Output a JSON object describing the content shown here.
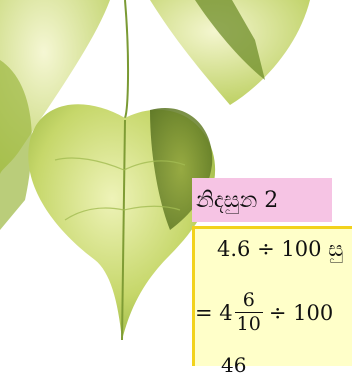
{
  "example": {
    "title": "නිදසුන 2",
    "line1": "4.6 ÷ 100  සු",
    "line2_prefix": "= 4",
    "line2_num": "6",
    "line2_den": "10",
    "line2_suffix": "÷ 100",
    "line3_partial": "46"
  },
  "colors": {
    "title_bg": "#f6c4e4",
    "box_bg": "#ffffc9",
    "box_border": "#f2d21c"
  }
}
